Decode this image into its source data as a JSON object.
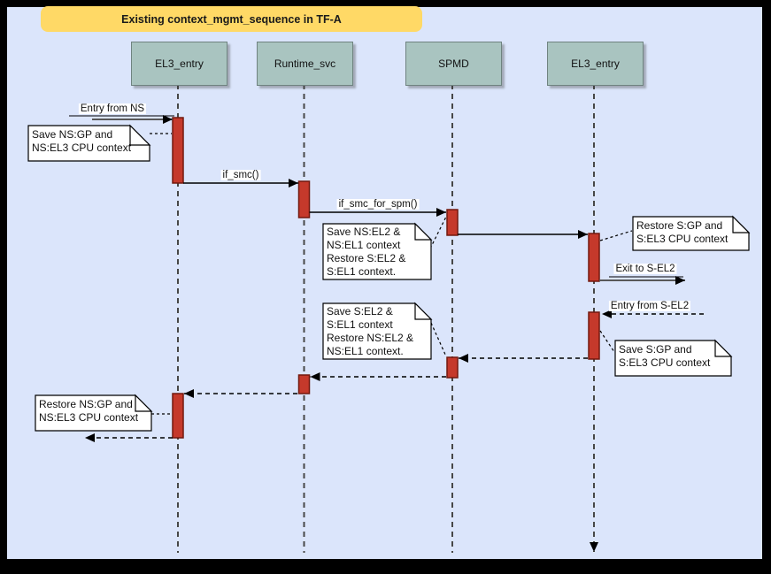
{
  "title": {
    "label": "Existing context_mgmt_sequence in TF-A"
  },
  "lifelines": [
    {
      "name": "EL3_entry"
    },
    {
      "name": "Runtime_svc"
    },
    {
      "name": "SPMD"
    },
    {
      "name": "EL3_entry"
    }
  ],
  "messages": {
    "entry_from_ns": {
      "label": "Entry from NS"
    },
    "if_smc": {
      "label": "if_smc()"
    },
    "if_smc_for_spm": {
      "label": "if_smc_for_spm()"
    },
    "exit_to_s_el2": {
      "label": "Exit to S-EL2"
    },
    "entry_from_s_el2": {
      "label": "Entry from S-EL2"
    }
  },
  "notes": {
    "save_ns_ctx": {
      "text": "Save NS:GP and\nNS:EL3 CPU context"
    },
    "save_ns_el2": {
      "text": "Save NS:EL2 &\nNS:EL1 context\nRestore S:EL2 &\nS:EL1 context."
    },
    "restore_s_gp": {
      "text": "Restore S:GP and\nS:EL3 CPU context"
    },
    "save_s_gp": {
      "text": "Save S:GP and\nS:EL3 CPU context"
    },
    "save_s_el2": {
      "text": "Save S:EL2 &\nS:EL1 context\nRestore NS:EL2 &\nNS:EL1 context."
    },
    "restore_ns_gp": {
      "text": "Restore NS:GP and\nNS:EL3 CPU context"
    }
  },
  "colors": {
    "canvas_bg": "#dbe5fb",
    "frame": "#000000",
    "title_bg": "#ffd966",
    "lifeline_box_fill": "#a9c4c0",
    "lifeline_box_stroke": "#6f8380",
    "activation_fill": "#c5392b",
    "activation_stroke": "#73190e",
    "note_fill": "#ffffff",
    "gray_arrow": "#595959"
  }
}
